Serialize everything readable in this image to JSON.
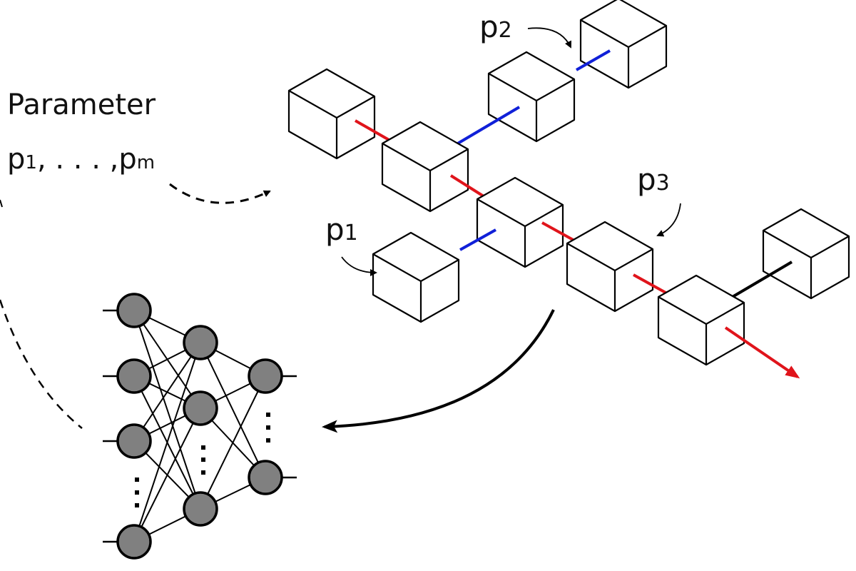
{
  "parameter": {
    "title": "Parameter",
    "first": {
      "base": "p",
      "sub": "1"
    },
    "separator": ", . . . ,",
    "last": {
      "base": "p",
      "sub": "m"
    }
  },
  "labels": {
    "p1": {
      "base": "p",
      "sub": "1"
    },
    "p2": {
      "base": "p",
      "sub": "2"
    },
    "p3": {
      "base": "p",
      "sub": "3"
    }
  },
  "colors": {
    "red_link": "#e0141b",
    "blue_link": "#1020d8",
    "black_link": "#000000",
    "neuron_fill": "#808080",
    "neuron_stroke": "#000000"
  },
  "network": {
    "layers": [
      "input",
      "hidden",
      "output"
    ],
    "ellipsis": "⋮"
  }
}
